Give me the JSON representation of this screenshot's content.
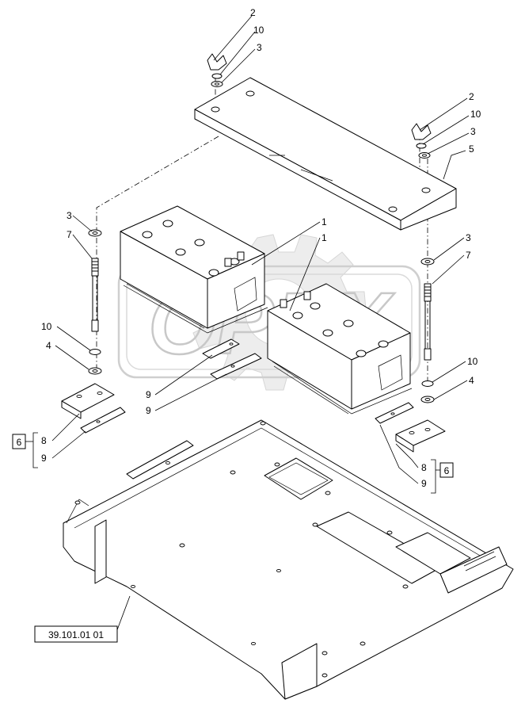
{
  "callouts": {
    "top_nut_left": "2",
    "top_washer_left": "10",
    "top_flat_left": "3",
    "top_nut_right": "2",
    "top_washer_right": "10",
    "top_flat_right": "3",
    "clamp_bar": "5",
    "rod_flat_left": "3",
    "rod_left": "7",
    "rod_washer_left": "10",
    "rod_flat_lower_left": "4",
    "battery_left": "1",
    "battery_right": "1",
    "rod_flat_right": "3",
    "rod_right": "7",
    "rod_washer_right": "10",
    "rod_flat_lower_right": "4",
    "hook_a": "9",
    "hook_b": "9",
    "bracket_left": "8",
    "hook_left": "9",
    "bracket_right": "8",
    "hook_right": "9"
  },
  "kits": {
    "left": "6",
    "right": "6"
  },
  "reference": "39.101.01 01",
  "watermark": "OPEX"
}
